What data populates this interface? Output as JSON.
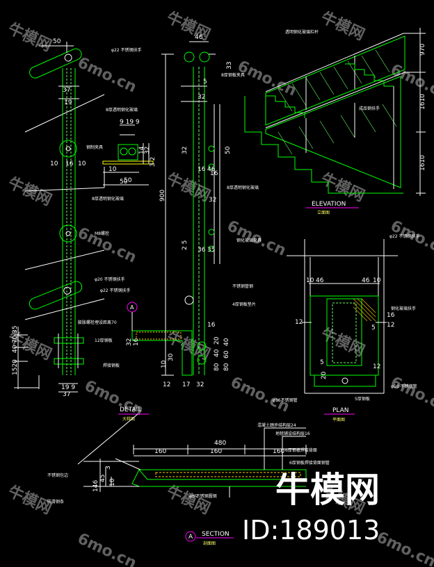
{
  "watermark": {
    "brand_cn": "牛模网",
    "site": "6mo.cn"
  },
  "brand_logo": "牛模网",
  "id_label": "ID:189013",
  "colors": {
    "background": "#000000",
    "structure": "#00ff00",
    "structure_alt": "#66ff66",
    "dimension": "#ffffff",
    "accent": "#00ffff",
    "title_line": "#ff00ff",
    "hatch": "#ffcc00"
  },
  "detail": {
    "label": "DETAIL",
    "label_cn": "大样图",
    "dims": {
      "top_50": "50",
      "mid_37": "37",
      "mid_19": "19",
      "rail_10": "10",
      "rail_16": "16",
      "rail_10b": "10",
      "bottom_50": "50",
      "base_19_9": "19 9",
      "base_37": "37",
      "bottom_1520": "1520",
      "bottom_40": "40",
      "bottom_70": "70",
      "bottom_35": "35"
    },
    "clamp": {
      "dims_9_19_9": "9 19 9",
      "d10": "10",
      "d50": "50",
      "d14": "14",
      "d32": "32",
      "d12": "12",
      "d32b": "3 2"
    },
    "notes": {
      "handrail": "φ22 不锈钢扶手",
      "glass_top": "8厚透明钢化玻璃",
      "clip": "钢制夹具",
      "glass_mid": "8厚透明钢化玻璃",
      "bolt": "M8螺栓",
      "handrail2": "φ20 不锈钢扶手",
      "handrail3": "φ22 不锈钢扶手",
      "anchor": "膨胀螺栓埋设距离70",
      "plate": "12厚钢板",
      "weld": "焊接钢板"
    }
  },
  "side": {
    "dims": {
      "top_46": "46",
      "top_33": "33",
      "d5": "5",
      "d32": "32",
      "h900": "900",
      "mid_32": "32",
      "mid_50": "50",
      "d16": "16",
      "d46": "46",
      "d36": "36",
      "d35": "35",
      "d25": "2 5",
      "bottom_12": "12",
      "bottom_17": "17",
      "bottom_32": "32",
      "bottom_16": "16",
      "bottom_10": "10",
      "bottom_32b": "32",
      "bottom_30": "30",
      "bottom_40": "40",
      "bottom_80": "80",
      "bottom_20": "20",
      "bottom_40b": "40",
      "bottom_60": "60",
      "bottom_80b": "80",
      "d32c": "32",
      "d16b": "16",
      "d16c": "16"
    },
    "notes": {
      "steel_top": "8厚钢板夹具",
      "glass": "8厚透明钢化玻璃",
      "clip": "钢化玻璃夹具",
      "steel_pipe": "不锈钢管钢",
      "bolt": "4厚钢板垫片"
    },
    "marker": "A"
  },
  "elevation": {
    "label": "ELEVATION",
    "label_cn": "立面图",
    "notes": {
      "top": "透明钢化玻璃栏杆",
      "mid": "成品钢扶手"
    },
    "dims": {
      "d970": "970",
      "d1610": "1610",
      "d1610b": "1610"
    }
  },
  "plan": {
    "label": "PLAN",
    "label_cn": "平面图",
    "dims": {
      "top_10": "10",
      "top_46": "46",
      "top_46b": "46",
      "top_10b": "10",
      "d12": "12",
      "d16": "16",
      "d5": "5",
      "d12b": "12",
      "d20": "20",
      "d12c": "12",
      "d5b": "5"
    },
    "notes": {
      "rail": "φ22 不锈钢扶手",
      "top": "钢化玻璃扶手",
      "bolt": "φ10 不锈钢管",
      "plate": "5厚钢板",
      "bolt2": "φ16不锈钢管"
    }
  },
  "section": {
    "label": "SECTION",
    "label_cn": "剖面图",
    "marker": "A",
    "dims": {
      "total": "480",
      "s1": "160",
      "s2": "160",
      "s3": "160",
      "h146": "146",
      "h45": "45",
      "h3": "3",
      "h10": "10"
    },
    "notes": {
      "n1": "混凝土踏步结构层24",
      "n2": "地毯铺设结构层16",
      "n3": "6厚钢板焊接背面",
      "n4": "6厚钢板焊接背面钢管",
      "left1": "不锈钢包边",
      "left2": "防滑钢条",
      "bottom": "φ6 不锈钢圆钢"
    }
  }
}
